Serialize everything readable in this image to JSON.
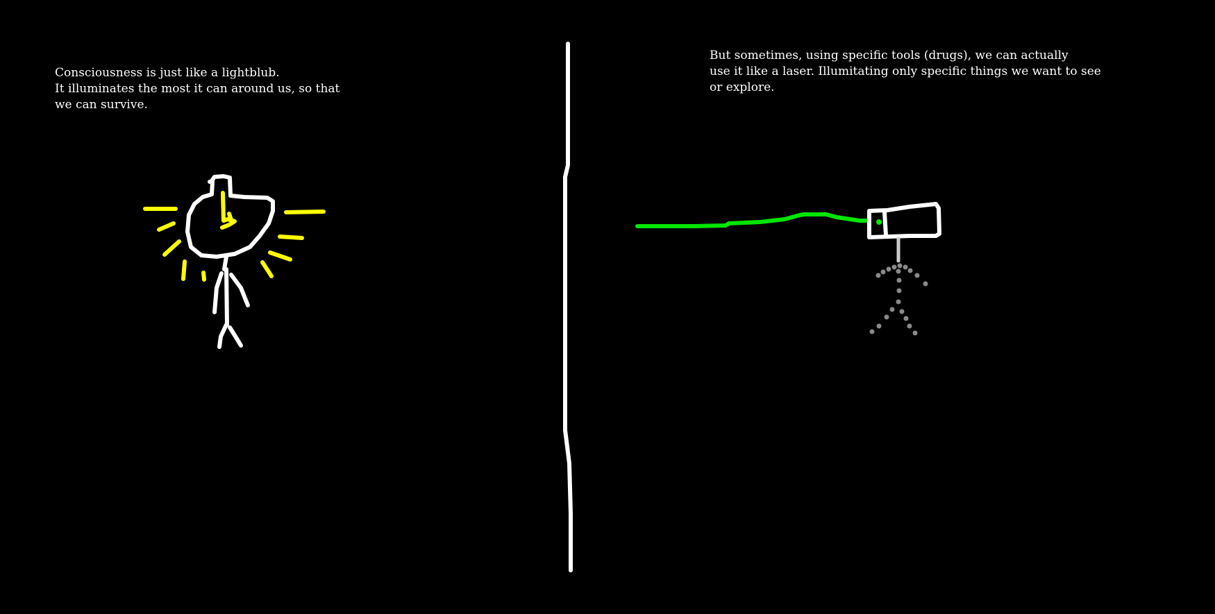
{
  "left_panel": {
    "caption_lines": [
      "Consciousness is just like a lightblub.",
      "It illuminates the most it can around us, so that",
      "we can survive."
    ]
  },
  "right_panel": {
    "caption_lines": [
      "But sometimes, using specific tools (drugs), we can actually",
      "use it like a laser. Illumitating only specific things we want to see",
      "or explore."
    ]
  },
  "colors": {
    "background": "#000000",
    "ink": "#ffffff",
    "light_rays": "#ffff00",
    "laser_beam": "#00e600",
    "dotted_figure": "#8a8a8a"
  }
}
